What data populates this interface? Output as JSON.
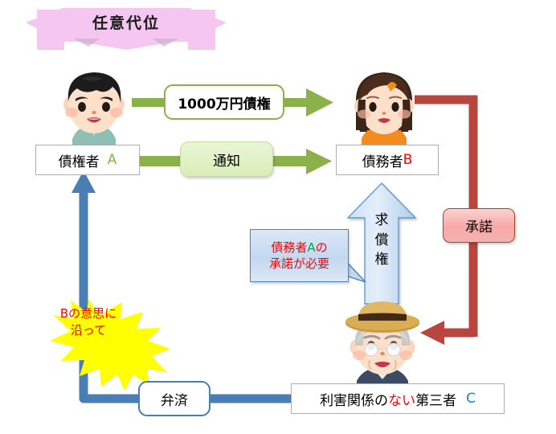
{
  "title_banner": {
    "label": "任意代位",
    "shape": "ribbon-banner",
    "fill": "#f5c6ef",
    "text_color": "#1a1a1a"
  },
  "actors": {
    "creditor": {
      "box_label_main": "債権者",
      "box_label_code": "A",
      "code_color": "#7cbb42",
      "avatar": "young-man-avatar"
    },
    "debtor": {
      "box_label_main": "債務者",
      "box_label_code": "B",
      "code_color": "#ff0000",
      "avatar": "young-woman-avatar"
    },
    "third_party": {
      "box_label_part1": "利害関係の",
      "box_label_highlight": "ない",
      "box_label_part2": "第三者",
      "box_label_code": "C",
      "highlight_color": "#ff0000",
      "code_color": "#1f7fd0",
      "avatar": "elderly-man-with-hat-avatar"
    }
  },
  "flow_labels": {
    "claim": "1000万円債権",
    "notice": "通知",
    "consent": "承諾",
    "repayment": "弁済",
    "reimbursement_vertical": [
      "求",
      "償",
      "権"
    ]
  },
  "callout": {
    "line1_prefix": "債務者",
    "line1_code": "A",
    "line1_suffix": "の",
    "line2": "承諾が必要",
    "text_color": "#ff0000",
    "code_color": "#00a651"
  },
  "starburst": {
    "line1": "Bの意思に",
    "line2": "沿って",
    "fill": "#ffff00",
    "text_color": "#ff0000"
  },
  "colors": {
    "green_arrow": "#8bb14a",
    "red_arrow": "#b9453f",
    "blue_arrow": "#4a7fb5",
    "light_blue_arrow": "#b9d4ef",
    "banner_pink": "#f5c6ef"
  }
}
